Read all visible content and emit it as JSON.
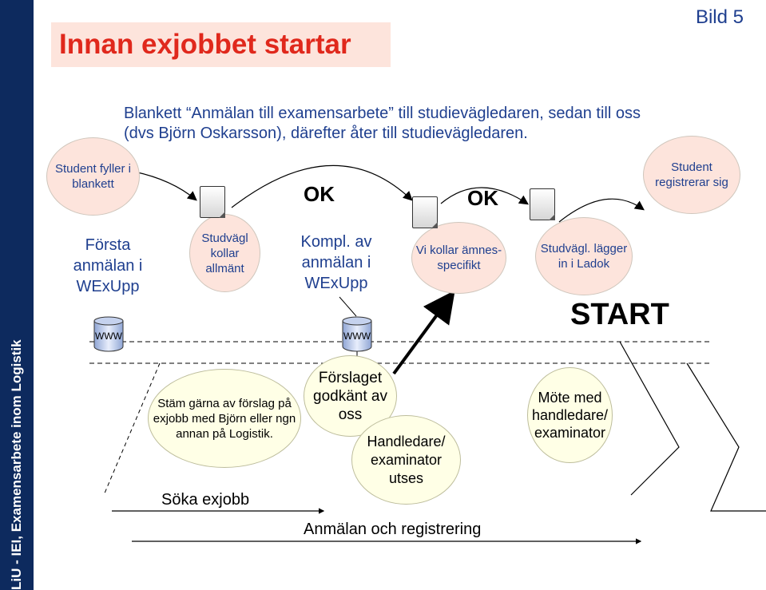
{
  "slide": {
    "number_label": "Bild 5",
    "title": "Innan exjobbet startar",
    "sidebar_text": "LiU - IEI, Examensarbete inom Logistik"
  },
  "intro_text": "Blankett “Anmälan till examensarbete” till studievägledaren, sedan till oss (dvs Björn Oskarsson), därefter åter till studievägledaren.",
  "colors": {
    "sidebar": "#0d2a5e",
    "title_text": "#e0281c",
    "title_bg": "#fde4dc",
    "blue_text": "#1f3f8f",
    "bubble_pink": "#fde4dc",
    "bubble_yellow": "#ffffe6"
  },
  "bubbles": {
    "student_fyller": "Student fyller i blankett",
    "studvagl_kollar": "Studvägl kollar allmänt",
    "vi_kollar": "Vi kollar ämnes-specifikt",
    "studvagl_ladok": "Studvägl. lägger in i Ladok",
    "student_registrerar": "Student registrerar sig",
    "stam_garna": "Stäm gärna av förslag på exjobb med Björn eller ngn annan på Logistik.",
    "forslaget": "Förslaget godkänt av oss",
    "handledare": "Handledare/ examinator utses",
    "mote": "Möte med handledare/ examinator"
  },
  "labels": {
    "forsta": "Första anmälan i WExUpp",
    "kompl": "Kompl. av anmälan i WExUpp",
    "ok1": "OK",
    "ok2": "OK",
    "start": "START",
    "soka": "Söka exjobb",
    "anmalan": "Anmälan och registrering",
    "www1": "WWW",
    "www2": "WWW"
  }
}
